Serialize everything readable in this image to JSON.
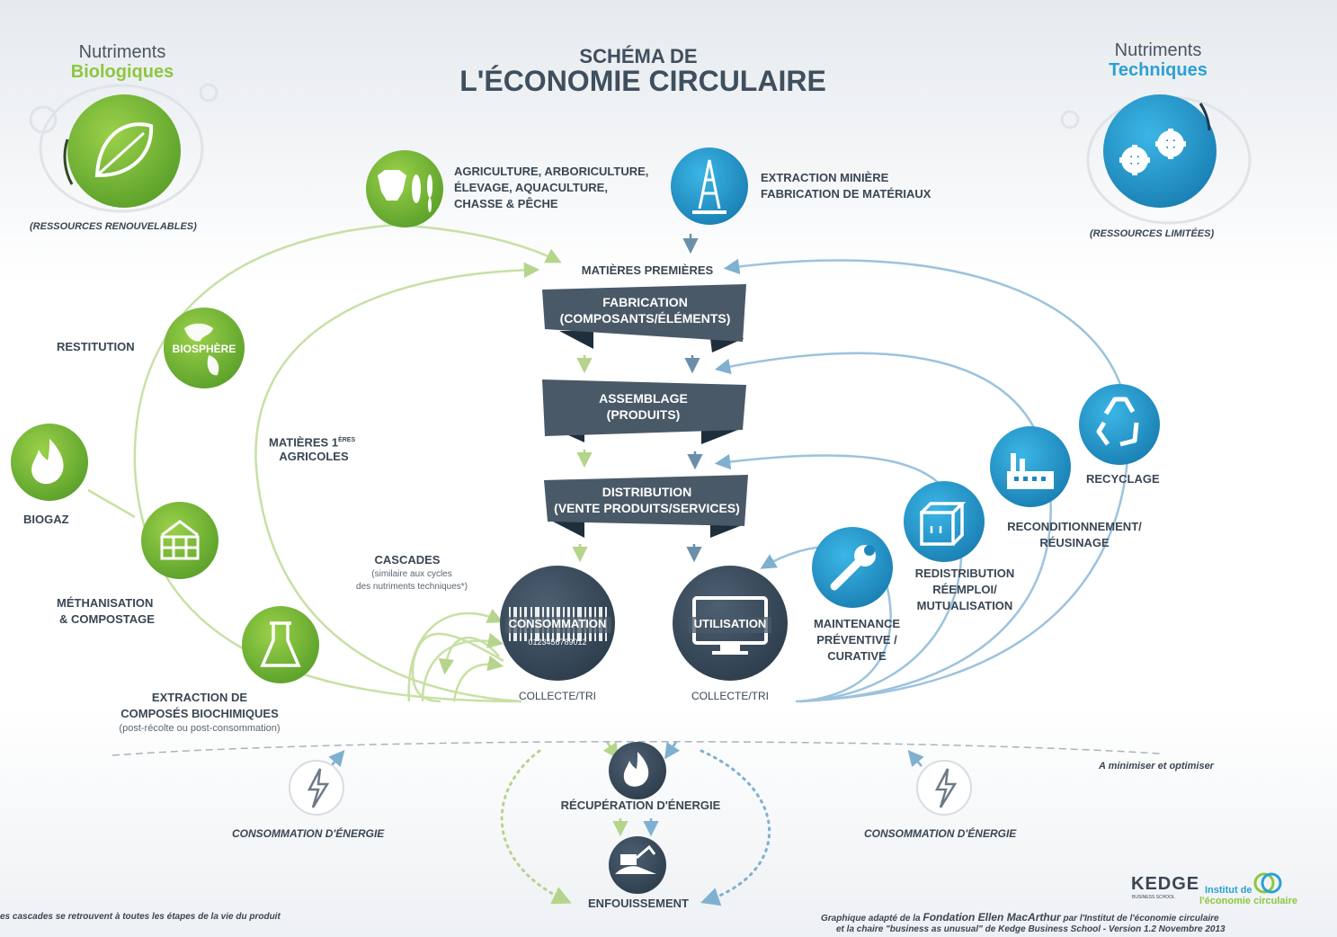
{
  "title": {
    "line1": "SCHÉMA DE",
    "line2": "L'ÉCONOMIE CIRCULAIRE"
  },
  "bio": {
    "line1": "Nutriments",
    "line2": "Biologiques",
    "note": "(RESSOURCES RENOUVELABLES)"
  },
  "tech": {
    "line1": "Nutriments",
    "line2": "Techniques",
    "note": "(RESSOURCES LIMITÉES)"
  },
  "agri": {
    "l1": "AGRICULTURE, ARBORICULTURE,",
    "l2": "ÉLEVAGE, AQUACULTURE,",
    "l3": "CHASSE & PÊCHE"
  },
  "mining": {
    "l1": "EXTRACTION MINIÈRE",
    "l2": "FABRICATION DE MATÉRIAUX"
  },
  "raw_materials": "MATIÈRES PREMIÈRES",
  "fabrication": {
    "l1": "FABRICATION",
    "l2": "(COMPOSANTS/ÉLÉMENTS)"
  },
  "assemblage": {
    "l1": "ASSEMBLAGE",
    "l2": "(PRODUITS)"
  },
  "distribution": {
    "l1": "DISTRIBUTION",
    "l2": "(VENTE PRODUITS/SERVICES)"
  },
  "consommation": "CONSOMMATION",
  "utilisation": "UTILISATION",
  "barcode_digits": "0123456789012",
  "collecte": "COLLECTE/TRI",
  "restitution": "RESTITUTION",
  "biosphere": "BIOSPHÈRE",
  "matieres_agri": {
    "l1a": "MATIÈRES 1",
    "l1b": "ÈRES",
    "l2": "AGRICOLES"
  },
  "biogaz": "BIOGAZ",
  "methanisation": {
    "l1": "MÉTHANISATION",
    "l2": "& COMPOSTAGE"
  },
  "extraction_bio": {
    "l1": "EXTRACTION DE",
    "l2": "COMPOSÉS BIOCHIMIQUES",
    "l3": "(post-récolte ou post-consommation)"
  },
  "cascades": {
    "title": "CASCADES",
    "l1": "(similaire aux cycles",
    "l2": "des nutriments techniques*)"
  },
  "recyclage": "RECYCLAGE",
  "reconditionnement": {
    "l1": "RECONDITIONNEMENT/",
    "l2": "RÉUSINAGE"
  },
  "redistribution": {
    "l1": "REDISTRIBUTION",
    "l2": "RÉEMPLOI/",
    "l3": "MUTUALISATION"
  },
  "maintenance": {
    "l1": "MAINTENANCE",
    "l2": "PRÉVENTIVE /",
    "l3": "CURATIVE"
  },
  "energy_use": "CONSOMMATION D'ÉNERGIE",
  "energy_recovery": "RÉCUPÉRATION D'ÉNERGIE",
  "landfill": "ENFOUISSEMENT",
  "minimize": "A minimiser et optimiser",
  "footnote_left": "es cascades se retrouvent à toutes les étapes de la vie du produit",
  "credit": {
    "l1a": "Graphique adapté de la ",
    "l1b": "Fondation Ellen MacArthur",
    "l1c": " par l'Institut de l'économie circulaire",
    "l2": "et la chaire \"business as unusual\" de Kedge Business School - Version 1.2 Novembre 2013"
  },
  "logos": {
    "kedge": "KEDGE",
    "kedge_sub": "BUSINESS SCHOOL",
    "institut_l1": "Institut de",
    "institut_l2": "l'économie circulaire"
  },
  "colors": {
    "green": "#8dc63f",
    "blue": "#2ba0d4",
    "slate": "#4a5968",
    "dark": "#34495a"
  }
}
